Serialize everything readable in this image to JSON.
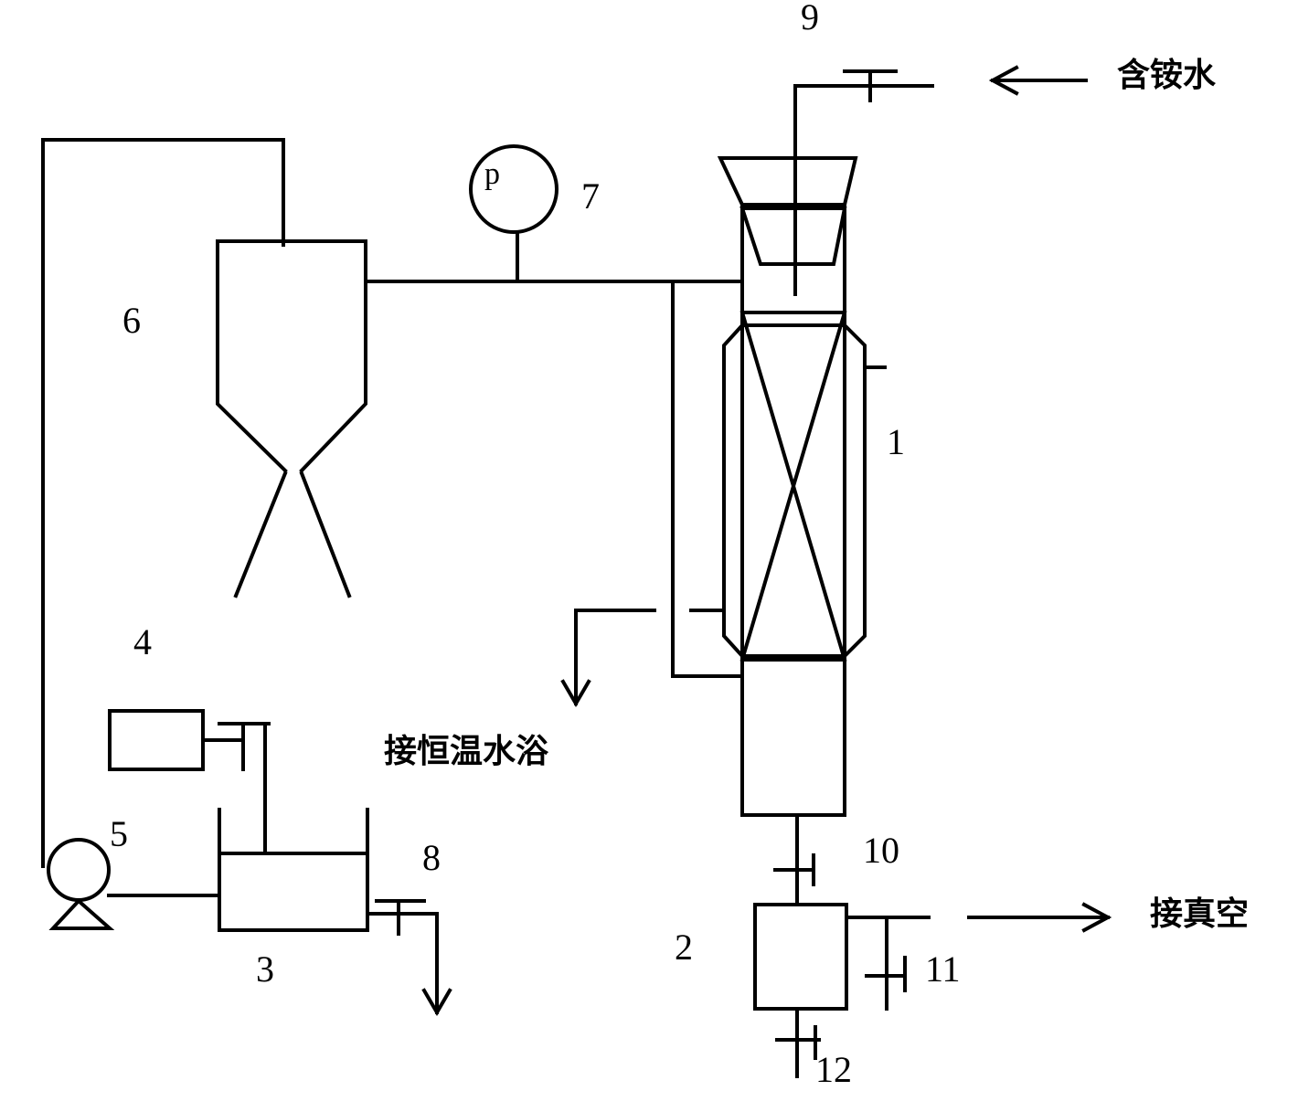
{
  "labels": {
    "n1": "1",
    "n2": "2",
    "n3": "3",
    "n4": "4",
    "n5": "5",
    "n6": "6",
    "n7": "7",
    "n8": "8",
    "n9": "9",
    "n10": "10",
    "n11": "11",
    "n12": "12",
    "gauge_symbol": "p"
  },
  "annotations": {
    "inlet": "含铵水",
    "water_bath": "接恒温水浴",
    "vacuum": "接真空"
  }
}
